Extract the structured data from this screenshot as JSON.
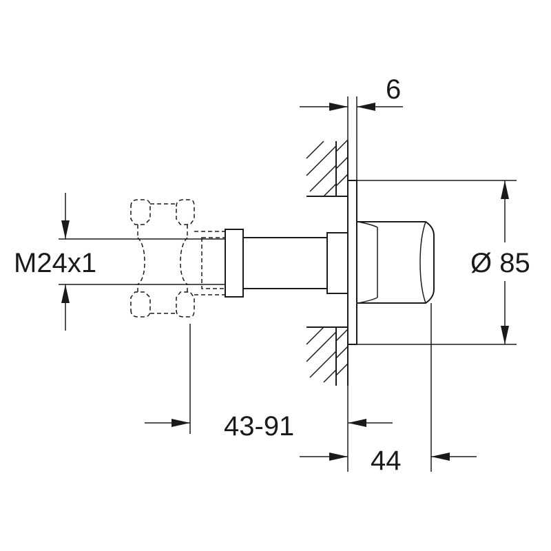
{
  "labels": {
    "thread": "M24x1",
    "diameter": "Ø 85",
    "plate_thickness": "6",
    "install_depth": "43-91",
    "projection": "44"
  },
  "colors": {
    "line": "#1a1a1a",
    "background": "#ffffff"
  }
}
